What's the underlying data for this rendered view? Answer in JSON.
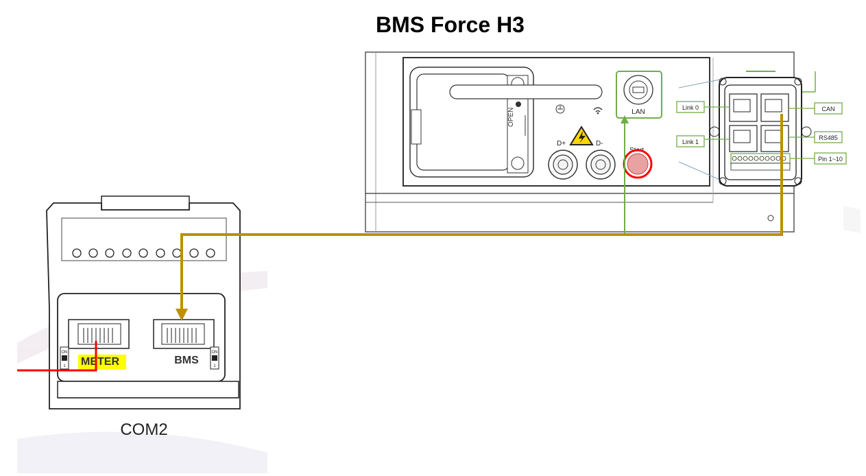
{
  "title": "BMS Force H3",
  "bms_unit": {
    "d_plus": "D+",
    "d_minus": "D-",
    "lan": "LAN",
    "open": "OPEN",
    "start": "Start",
    "ports": {
      "link0": "Link 0",
      "link1": "Link 1",
      "can": "CAN",
      "rs485": "RS485",
      "pin": "Pin 1~10"
    }
  },
  "inverter_com": {
    "port_meter": "METER",
    "port_bms": "BMS",
    "switch_on": "ON",
    "switch_one": "1",
    "caption": "COM2"
  },
  "colors": {
    "cable": "#bf8f00",
    "lan_highlight": "#70ad47",
    "meter_wire": "#ff0000",
    "meter_highlight": "#ffff00",
    "start_button": "#ff0000"
  }
}
